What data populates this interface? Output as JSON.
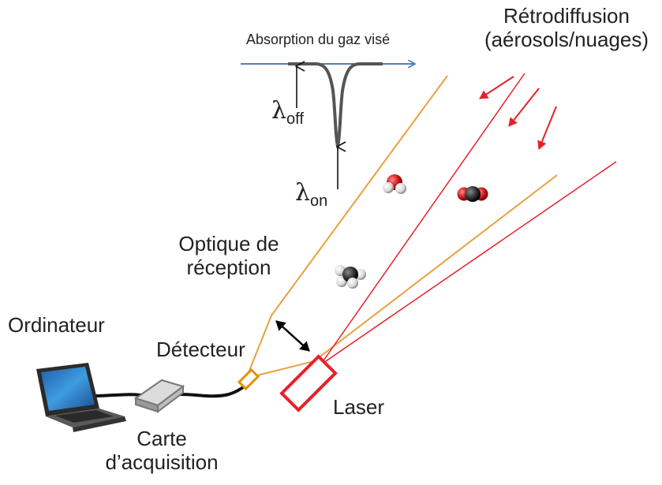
{
  "labels": {
    "absorption": "Absorption du gaz visé",
    "retro_line1": "Rétrodiffusion",
    "retro_line2": "(aérosols/nuages)",
    "lambda_symbol": "λ",
    "lambda_off_sub": "off",
    "lambda_on_sub": "on",
    "optique_line1": "Optique de",
    "optique_line2": "réception",
    "ordinateur": "Ordinateur",
    "detecteur": "Détecteur",
    "laser": "Laser",
    "carte_line1": "Carte",
    "carte_line2": "d’acquisition"
  },
  "colors": {
    "receiver_beam": "#E8A040",
    "laser_beam": "#E8202A",
    "axis_arrow": "#4F81BD",
    "absorption_curve": "#555555",
    "backscatter_arrows": "#E8202A",
    "cable": "#111111"
  },
  "icons": {
    "computer": "laptop-icon",
    "card": "acquisition-card-icon",
    "molecules": [
      "water-molecule-icon",
      "carbon-dioxide-molecule-icon",
      "methane-molecule-icon"
    ]
  }
}
